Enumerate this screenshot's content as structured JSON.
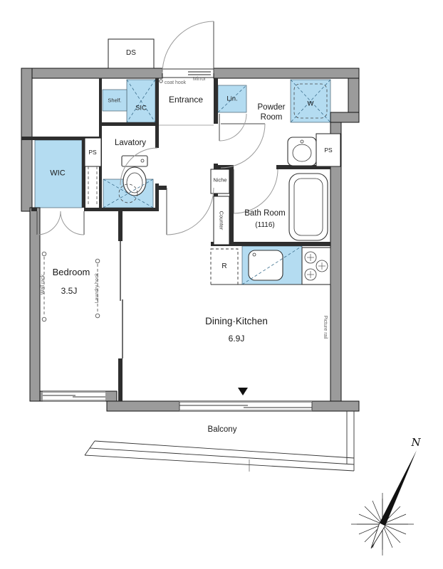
{
  "floorplan": {
    "rooms": {
      "entrance": "Entrance",
      "powder_room": "Powder Room",
      "lavatory": "Lavatory",
      "wic": "WIC",
      "sic": "SIC",
      "shelf": "Shelf.",
      "ds": "DS",
      "lin": "Lin.",
      "washer": "W",
      "ps_right": "PS",
      "ps_left": "PS",
      "niche": "Niche",
      "counter": "Counter",
      "bath_name": "Bath Room",
      "bath_size": "(1116)",
      "bedroom_name": "Bedroom",
      "bedroom_size": "3.5J",
      "dining_kitchen_name": "Dining·Kitchen",
      "dining_kitchen_size": "6.9J",
      "balcony": "Balcony",
      "fridge": "R"
    },
    "fixtures": {
      "coat_hook": "coat hook",
      "mirror": "Mirror",
      "wall_rack": "Wall rack",
      "laundry_hook": "Laundry hook",
      "picture_rail": "Picture rail"
    },
    "compass": {
      "north": "N"
    },
    "colors": {
      "wall": "#9b9b9b",
      "closet": "#b4dcf1",
      "line": "#1a1a1a"
    }
  }
}
